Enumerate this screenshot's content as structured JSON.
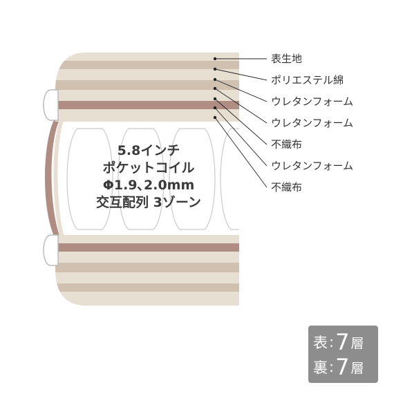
{
  "coil": {
    "line1": "5.8インチ",
    "line2": "ポケットコイル",
    "line3": "Φ1.9､2.0mm",
    "line4": "交互配列 3ゾーン"
  },
  "layers": [
    "表生地",
    "ポリエステル綿",
    "ウレタンフォーム",
    "ウレタンフォーム",
    "不織布",
    "ウレタンフォーム",
    "不織布"
  ],
  "badge": {
    "top_side": "表",
    "bottom_side": "裏",
    "colon": ":",
    "top_count": "7",
    "bottom_count": "7",
    "unit": "層"
  },
  "colors": {
    "layer_cream": "#e8dfd3",
    "layer_beige": "#cfc0b0",
    "layer_mauve": "#b08d83",
    "badge_bg": "#8d8d8d"
  }
}
